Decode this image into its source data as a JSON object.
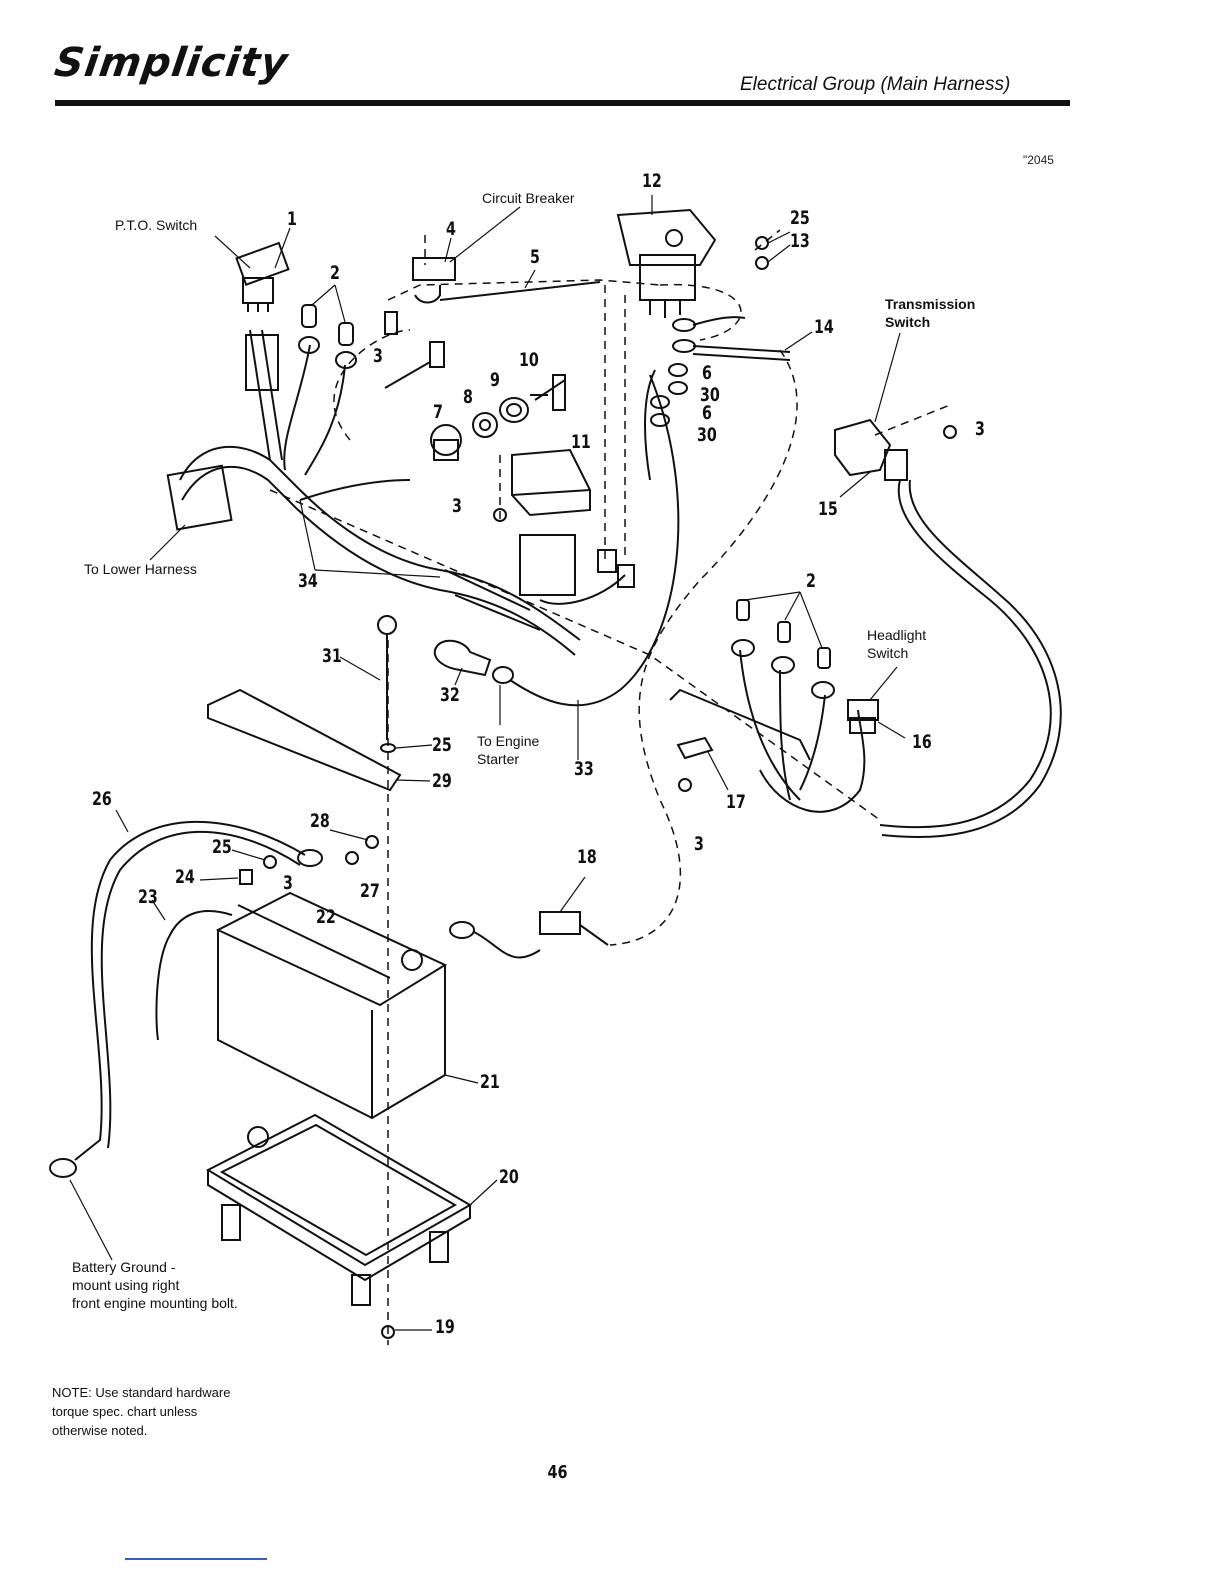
{
  "header": {
    "brand": "Simplicity",
    "section_title": "Electrical Group (Main Harness)",
    "figure_ref": "\"2045"
  },
  "labels": {
    "pto_switch": "P.T.O. Switch",
    "circuit_breaker": "Circuit Breaker",
    "transmission_switch": [
      "Transmission",
      "Switch"
    ],
    "to_lower_harness": "To Lower Harness",
    "headlight_switch": [
      "Headlight",
      "Switch"
    ],
    "to_engine_starter": [
      "To Engine",
      "Starter"
    ],
    "battery_ground": [
      "Battery Ground -",
      "mount using right",
      "front engine mounting bolt."
    ]
  },
  "callouts": [
    "1",
    "2",
    "3",
    "4",
    "5",
    "3",
    "12",
    "25",
    "13",
    "10",
    "9",
    "8",
    "7",
    "14",
    "6",
    "30",
    "6",
    "30",
    "11",
    "3",
    "3",
    "15",
    "34",
    "2",
    "31",
    "32",
    "25",
    "29",
    "33",
    "16",
    "17",
    "26",
    "28",
    "25",
    "24",
    "27",
    "3",
    "18",
    "23",
    "22",
    "21",
    "20",
    "19"
  ],
  "note": [
    "NOTE: Use standard hardware",
    "torque spec. chart unless",
    "otherwise noted."
  ],
  "footer": {
    "page_number": "46"
  }
}
